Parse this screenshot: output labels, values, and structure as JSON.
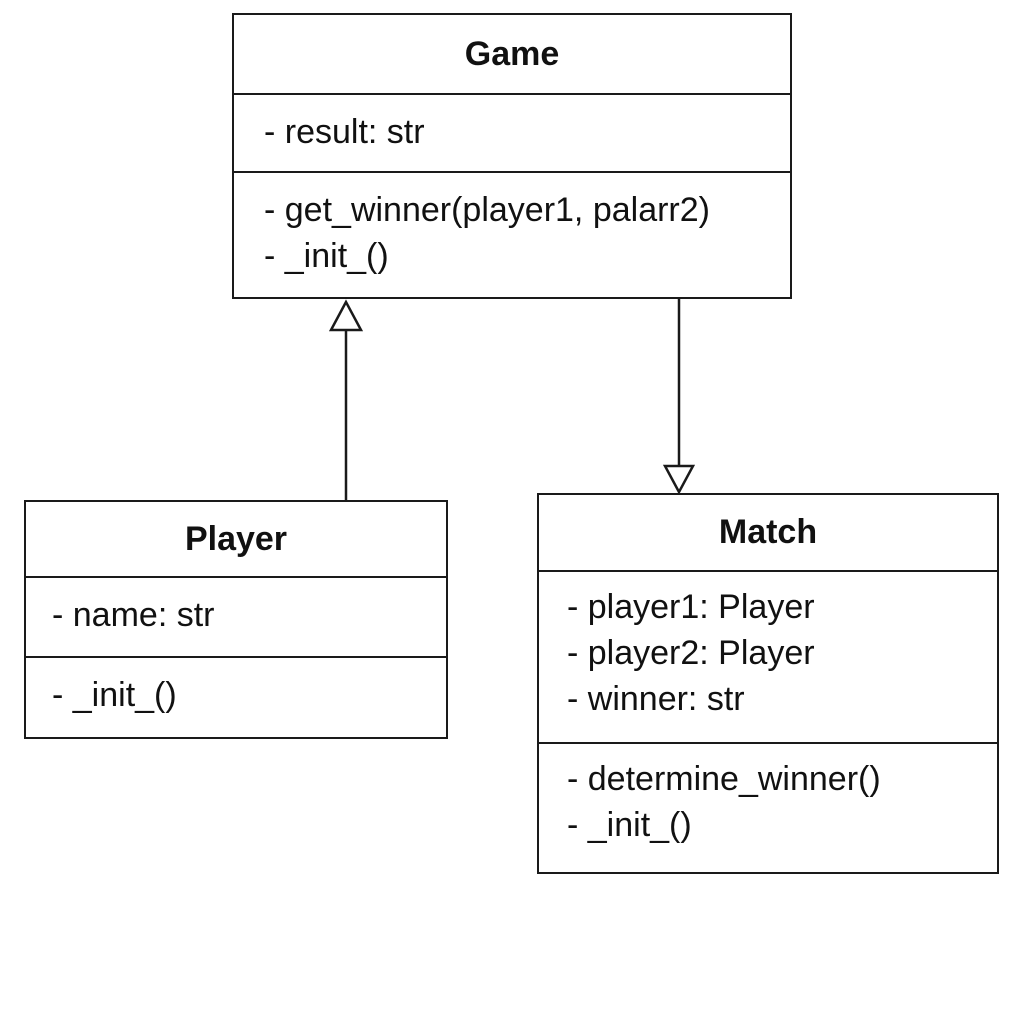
{
  "classes": {
    "game": {
      "name": "Game",
      "attributes": [
        "- result: str"
      ],
      "operations": [
        "- get_winner(player1, palarr2)",
        "- _init_()"
      ]
    },
    "player": {
      "name": "Player",
      "attributes": [
        "- name: str"
      ],
      "operations": [
        "- _init_()"
      ]
    },
    "match": {
      "name": "Match",
      "attributes": [
        "- player1: Player",
        "- player2: Player",
        "- winner: str"
      ],
      "operations": [
        "- determine_winner()",
        "- _init_()"
      ]
    }
  },
  "relationships": [
    {
      "from": "Player",
      "to": "Game",
      "type": "generalization"
    },
    {
      "from": "Game",
      "to": "Match",
      "type": "generalization"
    }
  ]
}
